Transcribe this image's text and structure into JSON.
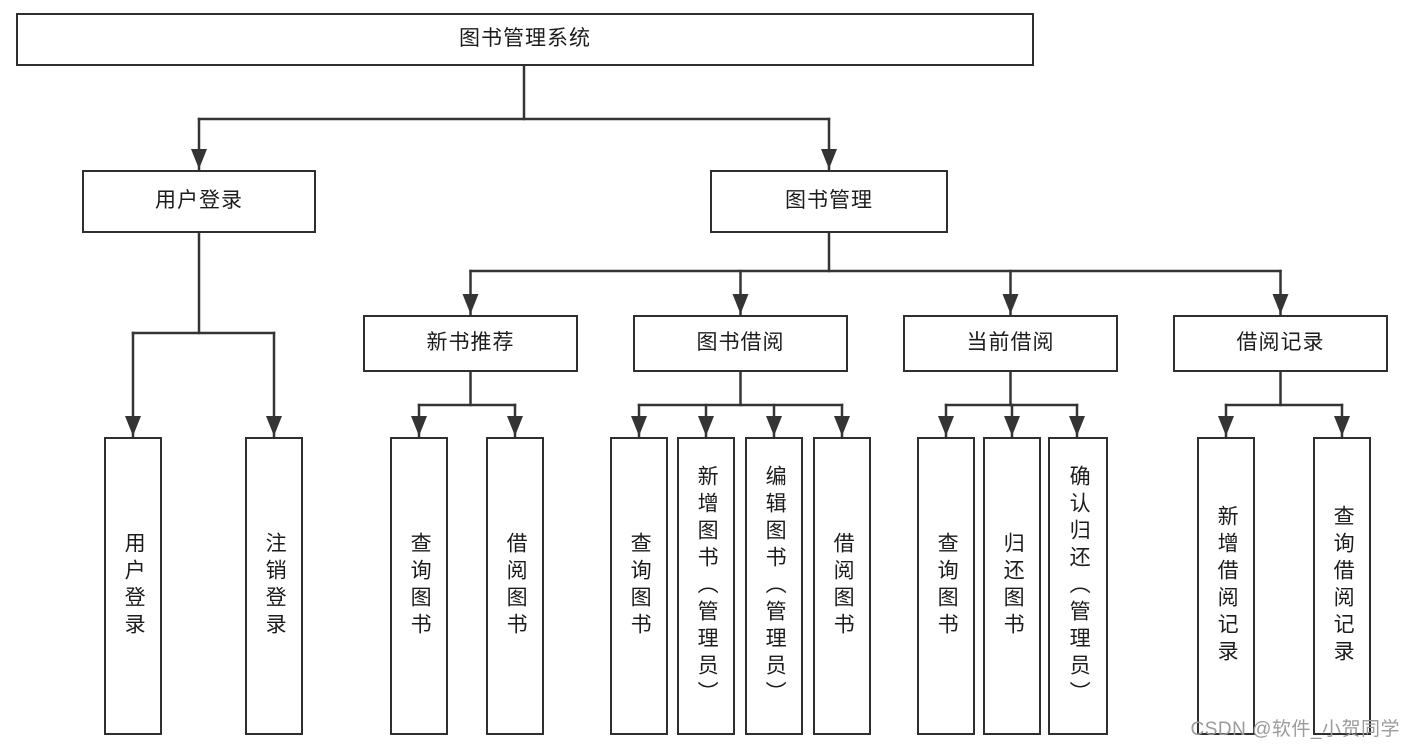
{
  "diagram": {
    "root_label": "图书管理系统",
    "watermark": "CSDN @软件_小贺同学",
    "colors": {
      "line": "#343434",
      "box_border": "#2f2f2f",
      "text": "#1c1c1c",
      "watermark": "#9b9b9b",
      "background": "#ffffff"
    },
    "nodes": {
      "user_login": {
        "label": "用户登录",
        "children": [
          "用户登录",
          "注销登录"
        ]
      },
      "book_mgmt": {
        "label": "图书管理",
        "children": [
          {
            "label": "新书推荐",
            "children": [
              "查询图书",
              "借阅图书"
            ]
          },
          {
            "label": "图书借阅",
            "children": [
              "查询图书",
              "新增图书（管理员）",
              "编辑图书（管理员）",
              "借阅图书"
            ]
          },
          {
            "label": "当前借阅",
            "children": [
              "查询图书",
              "归还图书",
              "确认归还（管理员）"
            ]
          },
          {
            "label": "借阅记录",
            "children": [
              "新增借阅记录",
              "查询借阅记录"
            ]
          }
        ]
      }
    }
  }
}
